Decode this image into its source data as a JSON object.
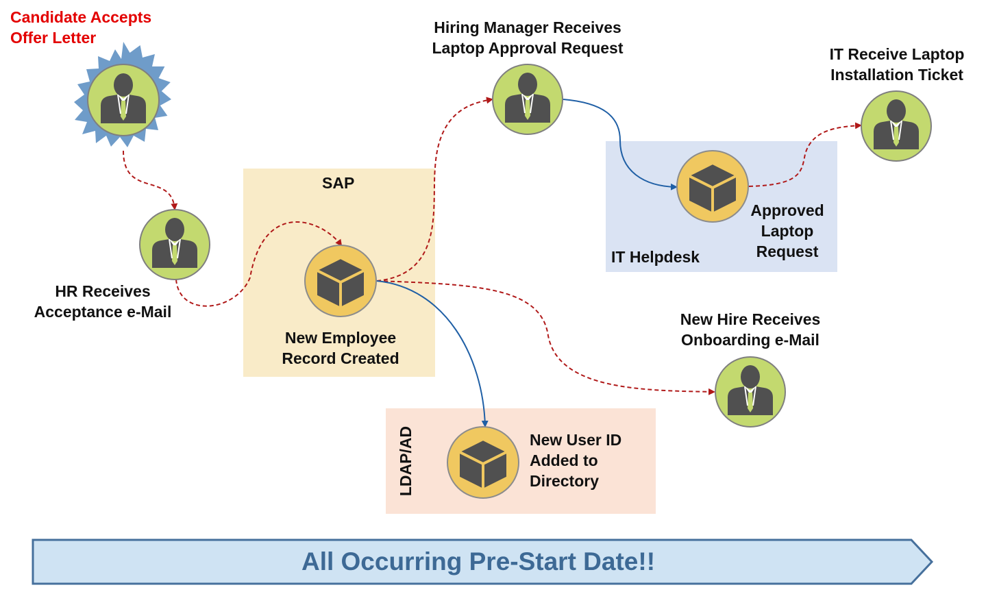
{
  "colors": {
    "person_fill": "#c3d96f",
    "person_stroke": "#7f7f7f",
    "person_icon": "#505050",
    "system_fill": "#f0c860",
    "system_stroke": "#8c8c8c",
    "burst": "#6f9cc9",
    "red_arrow": "#b01919",
    "blue_arrow": "#1f5fa5",
    "candidate_text": "#e30000",
    "sap_region": "#f9ebc8",
    "helpdesk_region": "#dae3f3",
    "ldap_region": "#fbe3d6",
    "banner_fill": "#cfe3f3",
    "banner_stroke": "#46709c",
    "banner_text": "#3d6995"
  },
  "nodes": {
    "candidate": {
      "lines": [
        "Candidate Accepts",
        "Offer Letter"
      ],
      "icon": "person-icon"
    },
    "hr": {
      "lines": [
        "HR Receives",
        "Acceptance e-Mail"
      ],
      "icon": "person-icon"
    },
    "new_employee": {
      "lines": [
        "New Employee",
        "Record Created"
      ],
      "icon": "box-icon"
    },
    "hiring_manager": {
      "lines": [
        "Hiring Manager Receives",
        "Laptop Approval Request"
      ],
      "icon": "person-icon"
    },
    "approved_laptop": {
      "lines": [
        "Approved",
        "Laptop",
        "Request"
      ],
      "icon": "box-icon"
    },
    "it_ticket": {
      "lines": [
        "IT Receive Laptop",
        "Installation Ticket"
      ],
      "icon": "person-icon"
    },
    "new_hire": {
      "lines": [
        "New Hire Receives",
        "Onboarding e-Mail"
      ],
      "icon": "person-icon"
    },
    "new_user_id": {
      "lines": [
        "New User ID",
        "Added to",
        "Directory"
      ],
      "icon": "box-icon"
    }
  },
  "regions": {
    "sap": "SAP",
    "it_helpdesk": "IT Helpdesk",
    "ldap": "LDAP/AD"
  },
  "banner": {
    "text": "All Occurring Pre-Start Date!!"
  }
}
